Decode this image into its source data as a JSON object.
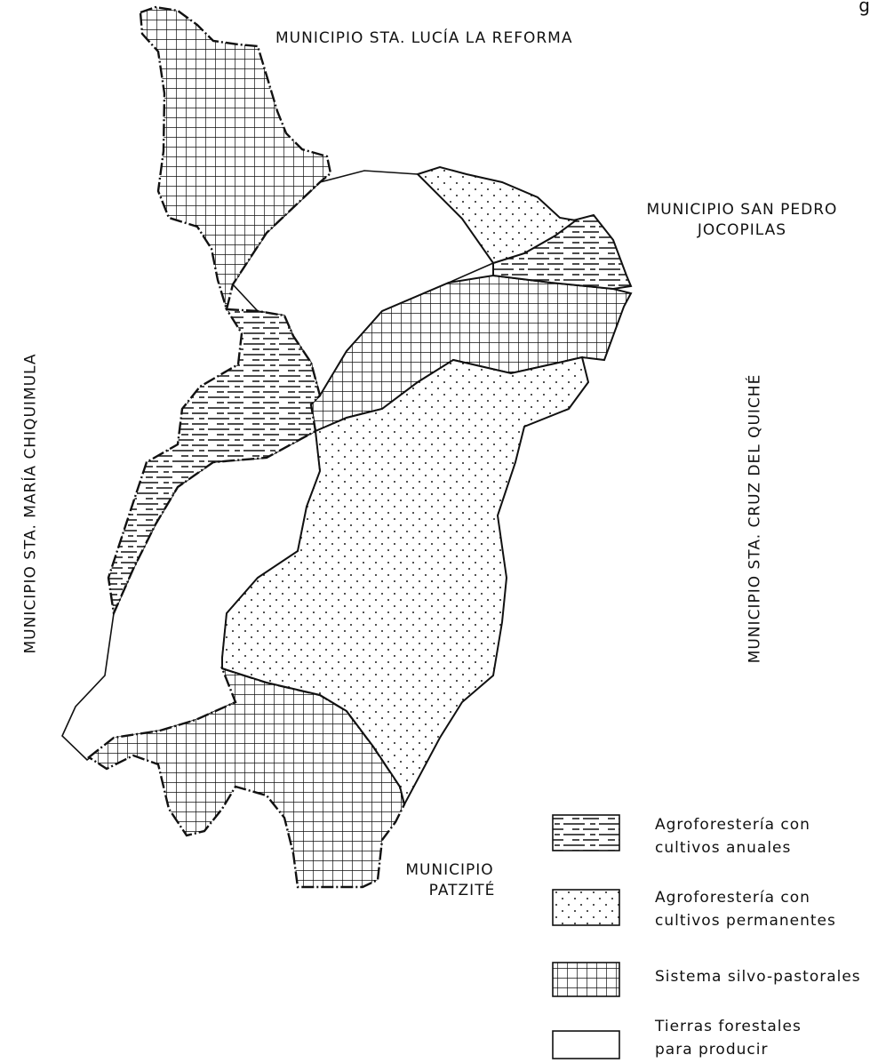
{
  "page_mark": "g",
  "labels": {
    "north": "MUNICIPIO STA. LUCÍA LA REFORMA",
    "northeast_line1": "MUNICIPIO SAN PEDRO",
    "northeast_line2": "JOCOPILAS",
    "west": "MUNICIPIO STA. MARÍA CHIQUIMULA",
    "east": "MUNICIPIO STA. CRUZ DEL QUICHÉ",
    "south_line1": "MUNICIPIO",
    "south_line2": "PATZITÉ"
  },
  "legend": [
    {
      "pattern": "dash-lines",
      "line1": "Agroforestería con",
      "line2": "cultivos anuales"
    },
    {
      "pattern": "dots",
      "line1": "Agroforestería con",
      "line2": "cultivos permanentes"
    },
    {
      "pattern": "grid",
      "line1": "Sistema silvo-pastorales",
      "line2": ""
    },
    {
      "pattern": "blank",
      "line1": "Tierras forestales",
      "line2": "para producir"
    }
  ]
}
